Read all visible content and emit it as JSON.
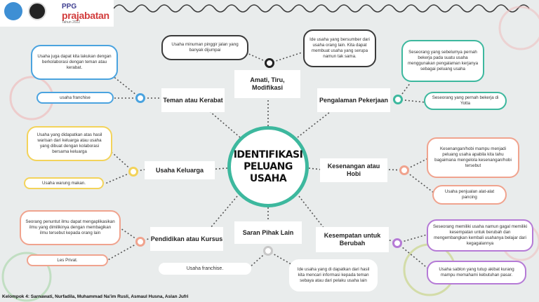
{
  "header": {
    "ppg": "PPG",
    "prajabatan": "prajabatan",
    "tahun": "Tahun 2022"
  },
  "center": {
    "title": "IDENTIFIKASI PELUANG USAHA"
  },
  "categories": {
    "amati": "Amati, Tiru, Modifikasi",
    "teman": "Teman atau Kerabat",
    "pengalaman": "Pengalaman Pekerjaan",
    "keluarga": "Usaha Keluarga",
    "kesenangan": "Kesenangan atau Hobi",
    "pendidikan": "Pendidikan atau Kursus",
    "saran": "Saran Pihak Lain",
    "kesempatan": "Kesempatan untuk Berubah"
  },
  "descriptions": {
    "amati_1": "Usaha minuman pinggir jalan yang banyak dijumpai",
    "amati_2": "Ide usaha yang bersumber dari usaha orang lain. Kita dapat membuat usaha yang serupa namun tak sama.",
    "teman_1": "Usaha juga dapat kita lakukan dengan berkolaborasi dengan teman atau kerabat.",
    "teman_2": "usaha franchise",
    "pengalaman_1": "Seseorang yang sebelumya pernah bekerja pada suatu usaha  menggunakan pengalaman kerjanya sebagai peluang usaha",
    "pengalaman_2": "Seseorang yang pernah bekerja di Yotta",
    "keluarga_1": "Usaha yang didapatkan atas hasil warisan dari keluarga atau usaha yang dibuat dengan kolaborasi bersama keluarga",
    "keluarga_2": "Usaha warung makan.",
    "kesenangan_1": "Kesenangan/hobi mampu menjadi peluang usaha apabila kita tahu bagaimana mengelola kesenangan/hobi tersebut",
    "kesenangan_2": "Usaha penjualan alat-alat pancing",
    "pendidikan_1": "Seorang penuntut ilmu dapat mengaplikasikan ilmu yang dimilikinya dengan membagikan ilmu tersebut kepada orang lain",
    "pendidikan_2": "Les Privat.",
    "saran_1": "Usaha franchise.",
    "saran_2": "Ide usaha yang di dapatkan dari hasil kita mencari informasi kepada teman sebaya atau dari pelaku usaha lain",
    "kesempatan_1": "Seseorang  memiliki usaha namun gagal memiliki kesempatan untuk berubah dan mengembangkan kembali usahanya belajar dari kegagalannya",
    "kesempatan_2": "Usaha sablon yang tutup akibat kurang mampu memahami kebutuhan pasar."
  },
  "footer": "Kelompok 4: Sarnawati, Nurfadila, Muhammad Na'im Rusli, Asmaul Husna, Aslan Jufri",
  "colors": {
    "teal": "#3db89e",
    "blue": "#4aa3df",
    "yellow": "#f3d35a",
    "salmon": "#f0a38e",
    "purple": "#b57ad6",
    "gray": "#b8bcbc",
    "dark": "#3a3a3a"
  }
}
